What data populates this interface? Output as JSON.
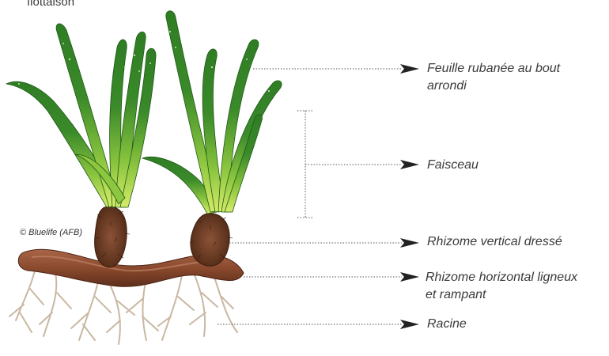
{
  "top_fragment": "flottaison",
  "credit": "© Bluelife (AFB)",
  "labels": {
    "leaf_line1": "Feuille rubanée au bout",
    "leaf_line2": "arrondi",
    "bundle": "Faisceau",
    "vertical": "Rhizome vertical dressé",
    "horizontal_line1": "Rhizome horizontal ligneux",
    "horizontal_line2": "et rampant",
    "root": "Racine"
  },
  "colors": {
    "leaf_dark": "#2f7d24",
    "leaf_light": "#8dc63f",
    "leaf_base": "#d6ea6a",
    "rhizome": "#8b4a2e",
    "rhizome_hair": "#6b3a22",
    "root": "#c9b8a2",
    "dots": "#555555"
  }
}
